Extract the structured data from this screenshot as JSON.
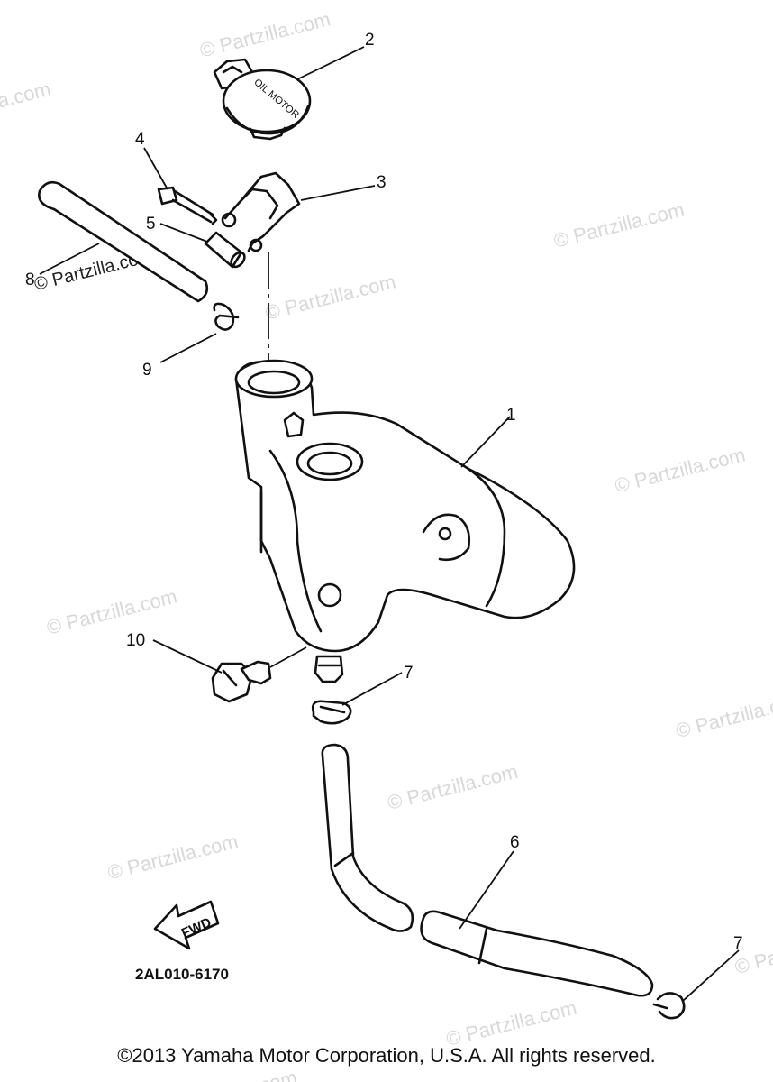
{
  "diagram": {
    "callouts": [
      "1",
      "2",
      "3",
      "4",
      "5",
      "6",
      "7",
      "7",
      "8",
      "9",
      "10"
    ],
    "cap_text": "OIL MOTOR",
    "fwd_label": "FWD",
    "drawing_code": "2AL010-6170"
  },
  "watermark": {
    "text": "© Partzilla.com"
  },
  "footer": {
    "copyright": "©2013  Yamaha Motor Corporation, U.S.A. All rights reserved."
  }
}
